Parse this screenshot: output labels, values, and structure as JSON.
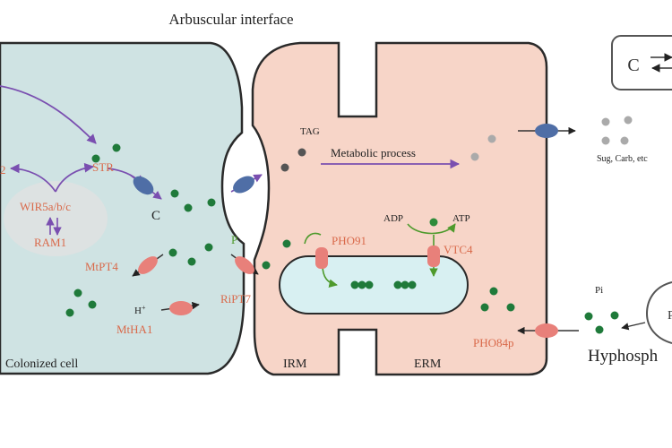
{
  "title": "Arbuscular interface",
  "regions": {
    "colonized": "Colonized cell",
    "irm": "IRM",
    "erm": "ERM",
    "hypho": "Hyphosph"
  },
  "labels": {
    "c_interface": "C",
    "p_interface": "P",
    "tag": "TAG",
    "metabolic": "Metabolic process",
    "adp": "ADP",
    "atp": "ATP",
    "sug_carb": "Sug, Carb, etc",
    "pi": "Pi",
    "h_plus": "H",
    "box_c": "C",
    "num2": "2",
    "hypho_p": "P"
  },
  "proteins": {
    "str": "STR",
    "wir": "WIR5a/b/c",
    "ram1": "RAM1",
    "mtpt4": "MtPT4",
    "mtha1": "MtHA1",
    "ript7": "RiPT7",
    "pho91": "PHO91",
    "vtc4": "VTC4",
    "pho84p": "PHO84p"
  },
  "colors": {
    "plant_cell": "#cfe3e3",
    "fungal_cell": "#f7d5c8",
    "vacuole": "#d8f0f2",
    "transporter_red": "#e8807a",
    "transporter_blue": "#4f6ea6",
    "dot_green": "#1f7a3a",
    "purple_arrow": "#7a4fb0",
    "red_text": "#d9694a"
  }
}
